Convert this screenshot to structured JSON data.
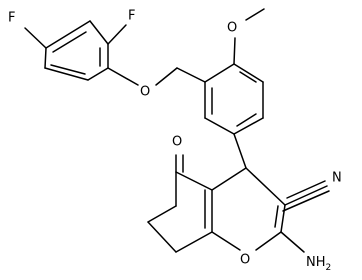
{
  "molecule": {
    "atoms": {
      "f_top": "F",
      "f_side": "F",
      "o_ether": "O",
      "o_methoxy": "O",
      "o_ketone": "O",
      "o_ring": "O",
      "n_nitrile": "N",
      "nh2": "NH",
      "nh2_sub": "2"
    }
  }
}
